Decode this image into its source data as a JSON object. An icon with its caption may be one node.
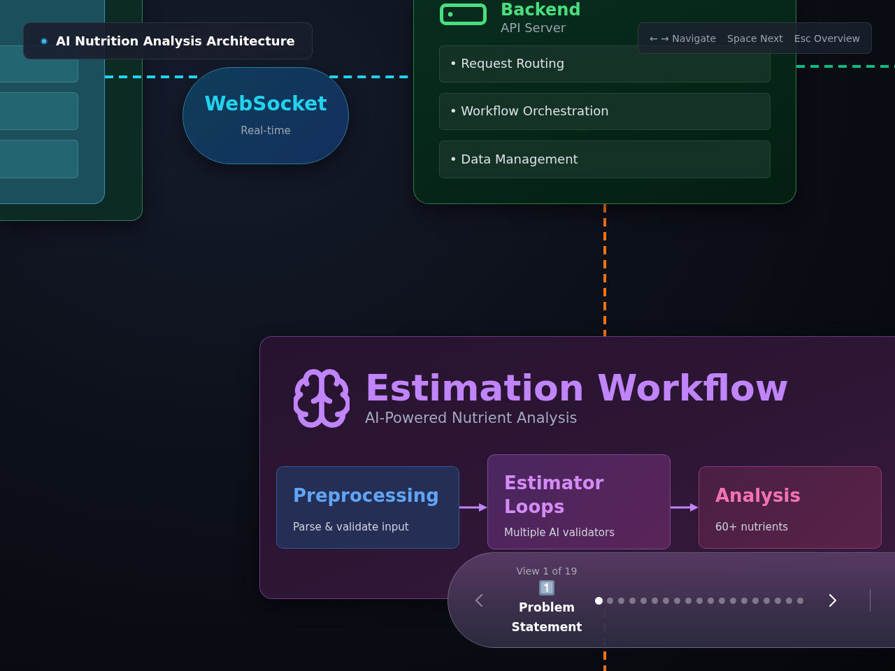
{
  "diagram": {
    "title": "AI Nutrition Analysis Architecture",
    "nodes": [
      {
        "text": [],
        "shape": "box"
      },
      {
        "text": [],
        "shape": "box",
        "in": 0
      },
      {
        "text": [],
        "shape": "box",
        "in": 1
      },
      {
        "text": [],
        "shape": "box",
        "in": 1
      },
      {
        "text": [],
        "shape": "box",
        "in": 1
      },
      {
        "text": [
          "WebSocket",
          "Real-time"
        ]
      },
      {
        "text": [
          "Backend",
          "API Server"
        ]
      },
      {
        "text": [
          "• Request Routing"
        ],
        "in": 6
      },
      {
        "text": [
          "• Workflow Orchestration"
        ],
        "in": 6
      },
      {
        "text": [
          "• Data Management"
        ],
        "in": 6
      },
      {
        "text": [
          "Estimation Workflow",
          "AI-Powered Nutrient Analysis"
        ]
      },
      {
        "text": [
          "Preprocessing",
          "Parse & validate input"
        ],
        "in": 10
      },
      {
        "text": [
          "Estimator Loops",
          "Multiple AI validators"
        ],
        "in": 10
      },
      {
        "text": [
          "Analysis",
          "60+ nutrients"
        ],
        "in": 10
      }
    ],
    "edges": [
      {
        "from": 1,
        "to": 5,
        "arrow": "none",
        "style": "dashed",
        "color": "#22d3ee"
      },
      {
        "from": 5,
        "to": 6,
        "arrow": "none",
        "style": "dashed",
        "color": "#22d3ee"
      },
      {
        "from": 6,
        "to": null,
        "arrow": "none",
        "style": "dashed",
        "color": "#10b981"
      },
      {
        "from": 6,
        "to": null,
        "arrow": "none",
        "style": "dashed",
        "color": "#f97316"
      },
      {
        "from": 11,
        "to": 12,
        "arrow": "to",
        "color": "#c084fc"
      },
      {
        "from": 12,
        "to": 13,
        "arrow": "to",
        "color": "#c084fc"
      }
    ],
    "labels": [
      "← → Navigate",
      "Space Next",
      "Esc Overview",
      "View 1 of 19",
      "Problem Statement"
    ]
  }
}
